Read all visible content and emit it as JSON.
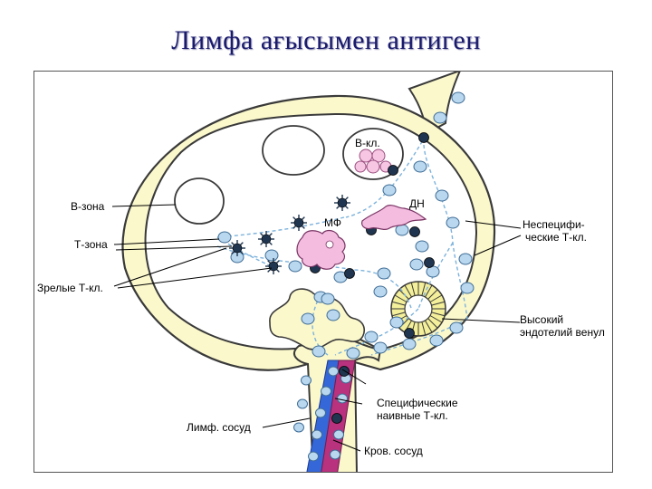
{
  "title": "Лимфа ағысымен антиген",
  "labels": {
    "b_cells": "В-кл.",
    "b_zone": "В-зона",
    "dendritic": "ДН",
    "macrophage": "МФ",
    "t_zone": "Т-зона",
    "mature_t": "Зрелые Т-кл.",
    "nonspecific_t_1": "Неспецифи-",
    "nonspecific_t_2": "ческие Т-кл.",
    "hev_1": "Высокий",
    "hev_2": "эндотелий венул",
    "specific_t_1": "Специфические",
    "specific_t_2": "наивные Т-кл.",
    "lymph_vessel": "Лимф. сосуд",
    "blood_vessel": "Кров. сосуд"
  },
  "colors": {
    "node_fill": "#fbf8cc",
    "outline": "#3a3a3a",
    "cell_fill": "#b9d7ee",
    "cell_stroke": "#3f6d96",
    "activated_cell": "#1f3550",
    "b_cell_fill": "#f6c6e2",
    "macrophage_fill": "#f4bde0",
    "artery": "#3567d8",
    "vein": "#b8327e",
    "flow_line": "#7cb2dc"
  }
}
